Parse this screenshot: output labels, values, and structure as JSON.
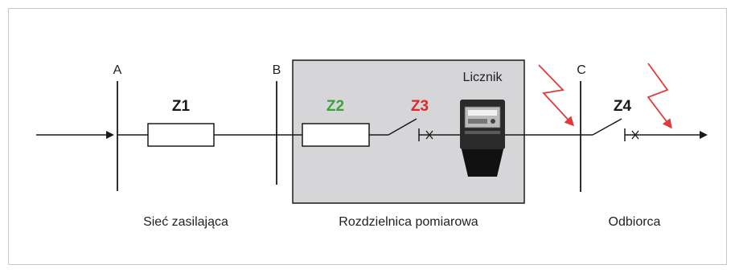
{
  "points": {
    "a": "A",
    "b": "B",
    "c": "C"
  },
  "devices": {
    "z1": {
      "label": "Z1",
      "color": "#1a1a1a"
    },
    "z2": {
      "label": "Z2",
      "color": "#3aa43a"
    },
    "z3": {
      "label": "Z3",
      "color": "#e02828"
    },
    "z4": {
      "label": "Z4",
      "color": "#1a1a1a"
    }
  },
  "meter": {
    "label": "Licznik"
  },
  "sections": {
    "supply": "Sieć zasilająca",
    "switchboard": "Rozdzielnica pomiarowa",
    "consumer": "Odbiorca"
  },
  "colors": {
    "panel_fill": "#d6d6d8",
    "lightning": "#e23a3a",
    "line": "#1a1a1a"
  }
}
